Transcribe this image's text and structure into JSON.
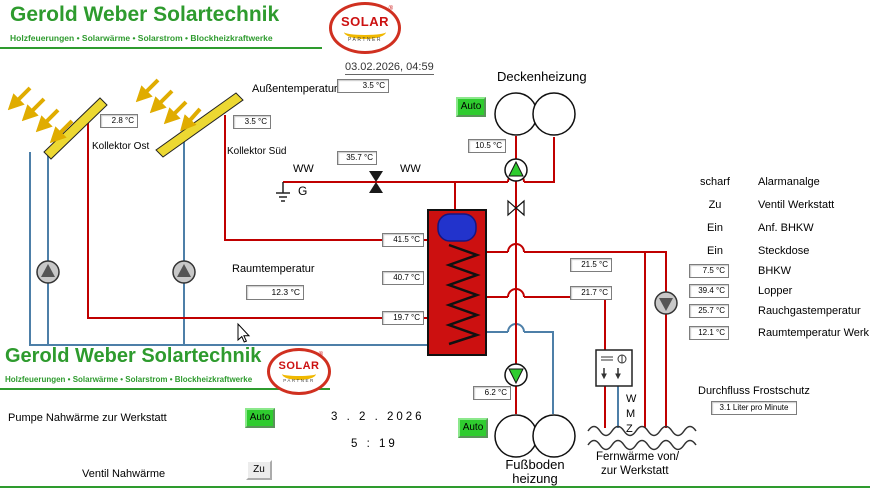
{
  "brand": {
    "title": "Gerold Weber Solartechnik",
    "subtitle": "Holzfeuerungen • Solarwärme • Solarstrom • Blockheizkraftwerke",
    "logo_solar": "SOLAR",
    "logo_partner": "PARTNER",
    "logo_reg": "®"
  },
  "colors": {
    "brand_green": "#2e9b2e",
    "pipe_hot_red": "#c00000",
    "pipe_cold_blue": "#4d7fa8",
    "button_green": "#2fcc2f",
    "tank_red": "#cc1010",
    "tank_cap_blue": "#2233cc",
    "collector_yellow": "#ecd832"
  },
  "symbols": {
    "pump_up_icon": "▲",
    "pump_down_icon": "▼",
    "valve_icon": "⋈",
    "ground_icon": "⏚"
  },
  "top": {
    "datetime": "03.02.2026,  04:59",
    "aussentemperatur_label": "Außentemperatur",
    "aussentemperatur_value": "3.5 °C"
  },
  "collectors": {
    "ost_label": "Kollektor Ost",
    "ost_value": "2.8 °C",
    "sued_label": "Kollektor Süd",
    "sued_value": "3.5 °C"
  },
  "ww": {
    "left": "WW",
    "right": "WW",
    "g": "G",
    "temp": "35.7 °C"
  },
  "deckenheizung": {
    "label": "Deckenheizung",
    "temp": "10.5 °C",
    "auto": "Auto"
  },
  "tank": {
    "temp_top": "41.5 °C",
    "temp_mid": "40.7 °C",
    "temp_bottom": "19.7 °C"
  },
  "raum": {
    "label": "Raumtemperatur",
    "value": "12.3 °C"
  },
  "fernwaerme_temps": {
    "supply": "21.5 °C",
    "return": "21.7 °C"
  },
  "status_rows": [
    {
      "state": "scharf",
      "label": "Alarmanalge"
    },
    {
      "state": "Zu",
      "label": "Ventil Werkstatt"
    },
    {
      "state": "Ein",
      "label": "Anf. BHKW"
    },
    {
      "state": "Ein",
      "label": "Steckdose"
    }
  ],
  "value_rows": [
    {
      "value": "7.5 °C",
      "label": "BHKW"
    },
    {
      "value": "39.4 °C",
      "label": "Lopper"
    },
    {
      "value": "25.7 °C",
      "label": "Rauchgastemperatur"
    },
    {
      "value": "12.1 °C",
      "label": "Raumtemperatur Werk"
    }
  ],
  "durchfluss": {
    "label": "Durchfluss Frostschutz",
    "value": "3.1 Liter pro Minute"
  },
  "fussboden": {
    "label_line1": "Fußboden",
    "label_line2": "heizung",
    "temp": "6.2 °C",
    "auto": "Auto"
  },
  "fernwaerme": {
    "label_line1": "Fernwärme von/",
    "label_line2": "zur Werkstatt"
  },
  "wmz": {
    "w": "W",
    "m": "M",
    "z": "Z"
  },
  "bottom": {
    "pumpe_label": "Pumpe Nahwärme zur Werkstatt",
    "pumpe_auto": "Auto",
    "date_text": "3 .  2 .  2026",
    "time_text": "5 :  19",
    "ventil_label": "Ventil Nahwärme",
    "ventil_state": "Zu"
  }
}
